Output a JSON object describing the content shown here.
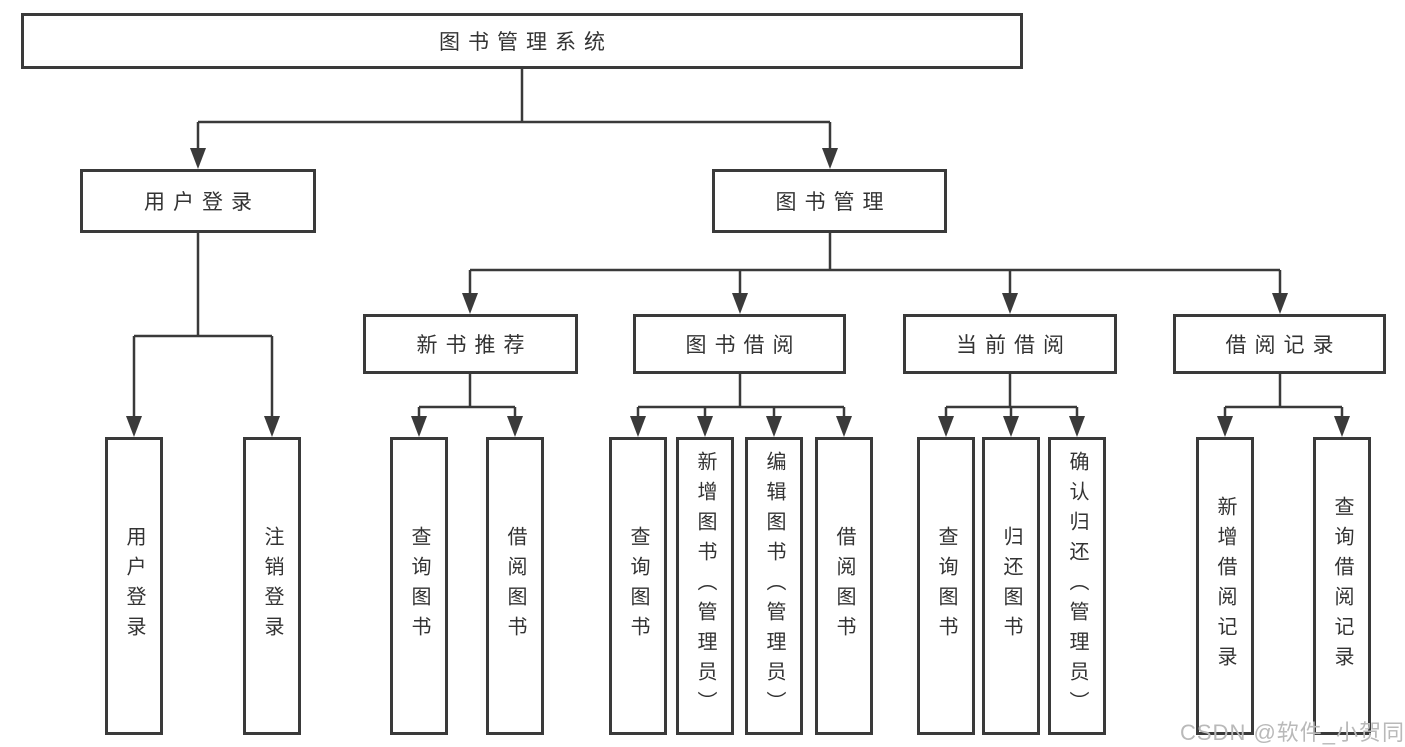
{
  "diagram": {
    "type": "hierarchy-tree",
    "watermark": "CSDN @软件_小贺同学",
    "colors": {
      "line": "#3a3a3a",
      "border": "#3a3a3a",
      "text": "#333333",
      "watermark": "#b9b9b9",
      "background": "#ffffff"
    },
    "nodes": {
      "root": {
        "label": "图书管理系统"
      },
      "user_login": {
        "label": "用户登录"
      },
      "book_mgmt": {
        "label": "图书管理"
      },
      "new_rec": {
        "label": "新书推荐"
      },
      "borrow": {
        "label": "图书借阅"
      },
      "current": {
        "label": "当前借阅"
      },
      "records": {
        "label": "借阅记录"
      },
      "leaf_login": {
        "label": "用户登录"
      },
      "leaf_logout": {
        "label": "注销登录"
      },
      "leaf_rec_query": {
        "label": "查询图书"
      },
      "leaf_rec_borrow": {
        "label": "借阅图书"
      },
      "leaf_bor_query": {
        "label": "查询图书"
      },
      "leaf_bor_add": {
        "label": "新增图书（管理员）"
      },
      "leaf_bor_edit": {
        "label": "编辑图书（管理员）"
      },
      "leaf_bor_borrow": {
        "label": "借阅图书"
      },
      "leaf_cur_query": {
        "label": "查询图书"
      },
      "leaf_cur_return": {
        "label": "归还图书"
      },
      "leaf_cur_confirm": {
        "label": "确认归还（管理员）"
      },
      "leaf_log_add": {
        "label": "新增借阅记录"
      },
      "leaf_log_query": {
        "label": "查询借阅记录"
      }
    },
    "edges": [
      "图书管理系统 -> 用户登录",
      "图书管理系统 -> 图书管理",
      "用户登录 -> 用户登录(叶)",
      "用户登录 -> 注销登录",
      "图书管理 -> 新书推荐",
      "图书管理 -> 图书借阅",
      "图书管理 -> 当前借阅",
      "图书管理 -> 借阅记录",
      "新书推荐 -> 查询图书",
      "新书推荐 -> 借阅图书",
      "图书借阅 -> 查询图书",
      "图书借阅 -> 新增图书（管理员）",
      "图书借阅 -> 编辑图书（管理员）",
      "图书借阅 -> 借阅图书",
      "当前借阅 -> 查询图书",
      "当前借阅 -> 归还图书",
      "当前借阅 -> 确认归还（管理员）",
      "借阅记录 -> 新增借阅记录",
      "借阅记录 -> 查询借阅记录"
    ]
  }
}
